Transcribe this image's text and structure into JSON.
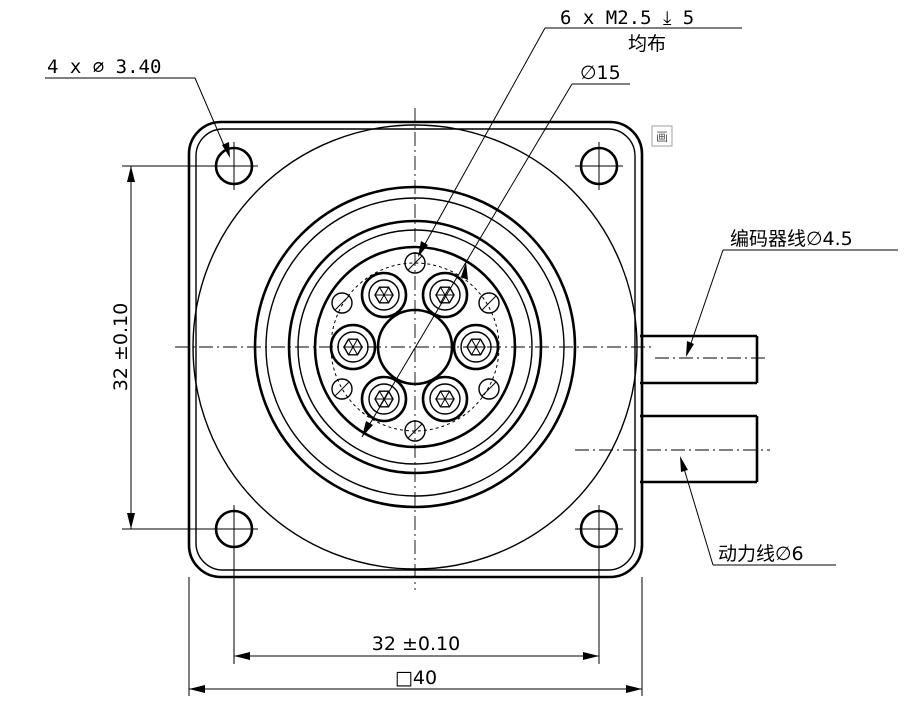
{
  "annotations": {
    "holes_4x": "4 x ∅ 3.40",
    "thread_6x": "6 x  M2.5 ⤓ 5",
    "evenly_spaced": "均布",
    "bolt_circle": "∅15",
    "encoder_cable": "编码器线∅4.5",
    "power_cable": "动力线∅6",
    "dim_vertical": "32 ±0.10",
    "dim_horizontal": "32  ±0.10",
    "dim_square": "□40"
  },
  "icons": {
    "corner_marker": "画"
  }
}
